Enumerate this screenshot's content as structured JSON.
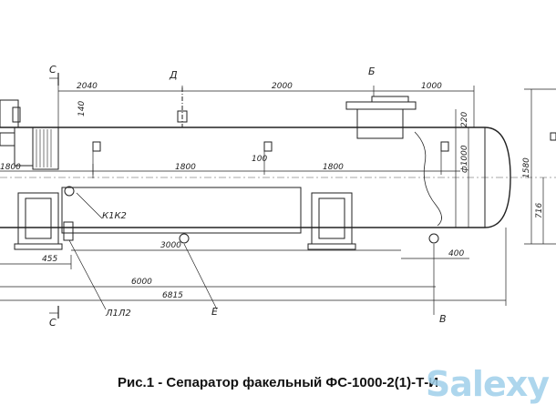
{
  "caption": "Рис.1 - Сепаратор факельный ФС-1000-2(1)-Т-И",
  "watermark": "Salexy",
  "section_marks": {
    "C_top": "С",
    "C_bottom": "С",
    "D": "Д",
    "B_top": "Б",
    "V": "В",
    "E": "Е"
  },
  "dimensions": {
    "top_2040": "2040",
    "top_2000": "2000",
    "top_1000": "1000",
    "d_140": "140",
    "d_220": "220",
    "d_phi1000": "ф1000",
    "d_1580": "1580",
    "d_716": "716",
    "mid_1800_left": "1800",
    "mid_1800_center": "1800",
    "mid_100": "100",
    "mid_1800_right": "1800",
    "low_455": "455",
    "low_3000": "3000",
    "low_400": "400",
    "low_6000": "6000",
    "low_6815": "6815"
  },
  "labels": {
    "k1k2": "К1К2",
    "l1l2": "Л1Л2"
  }
}
